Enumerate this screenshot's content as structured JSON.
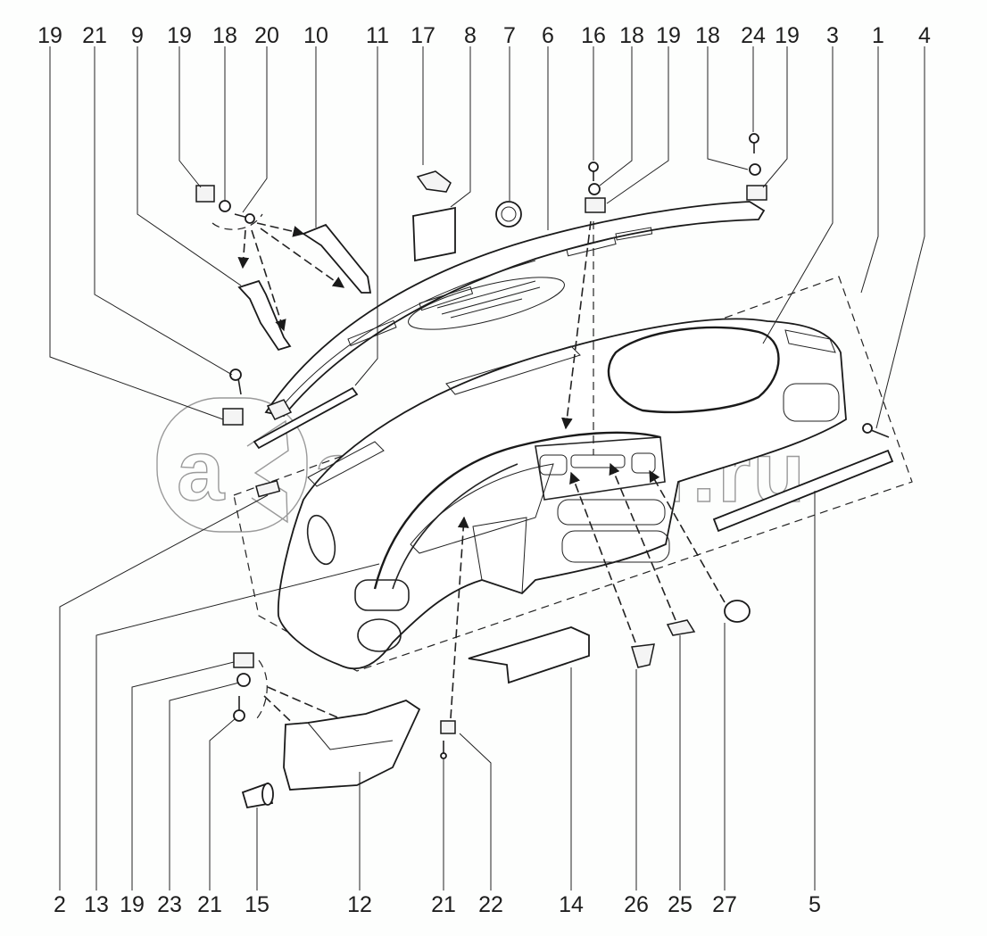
{
  "diagram": {
    "type": "exploded-parts-diagram",
    "subject": "Instrument panel (dashboard) assembly",
    "watermark": {
      "logo_letter": "a",
      "text": "autopiter.ru"
    },
    "colors": {
      "background": "#fdfefd",
      "ink": "#1e1e1e",
      "watermark": "#9a9a9a"
    },
    "top_callouts": [
      "19",
      "21",
      "9",
      "19",
      "18",
      "20",
      "10",
      "11",
      "17",
      "8",
      "7",
      "6",
      "16",
      "18",
      "19",
      "18",
      "24",
      "19",
      "3",
      "1",
      "4"
    ],
    "bottom_callouts": [
      "2",
      "13",
      "19",
      "23",
      "21",
      "15",
      "12",
      "21",
      "22",
      "14",
      "26",
      "25",
      "27",
      "5"
    ]
  }
}
